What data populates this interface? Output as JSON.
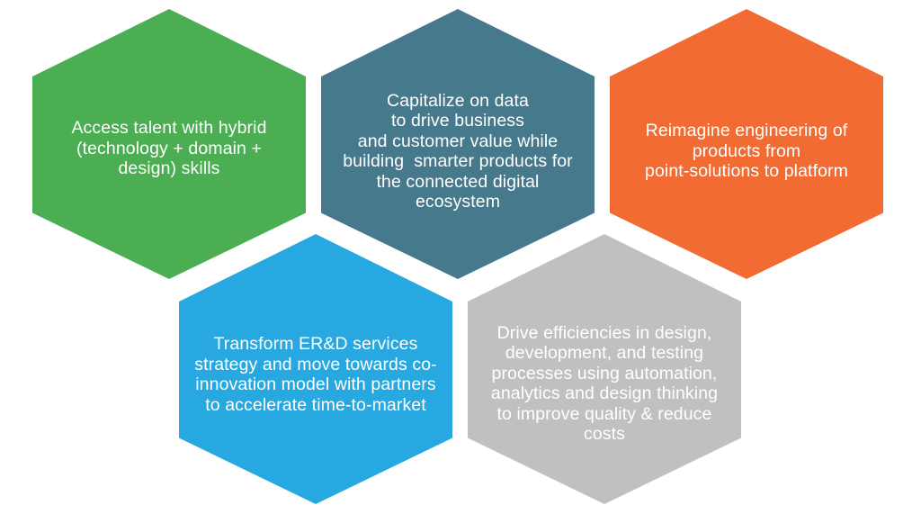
{
  "page": {
    "background_color": "#ffffff",
    "text_color": "#ffffff"
  },
  "diagram": {
    "type": "hexagon-infographic",
    "hexagons": [
      {
        "id": "access-talent",
        "color": "#4CAE52",
        "text": "Access talent with hybrid\n(technology + domain +\ndesign) skills"
      },
      {
        "id": "capitalize-data",
        "color": "#46798C",
        "text": "Capitalize on data\nto drive business\nand customer value while\nbuilding  smarter products for\nthe connected digital\necosystem"
      },
      {
        "id": "reimagine-engineering",
        "color": "#F16B33",
        "text": "Reimagine engineering of\nproducts from\npoint-solutions to platform"
      },
      {
        "id": "transform-erd-services",
        "color": "#28A8E0",
        "text": "Transform ER&D services\nstrategy and move towards co-\ninnovation model with partners\nto accelerate time-to-market"
      },
      {
        "id": "drive-efficiencies",
        "color": "#C0C0C0",
        "text": "Drive efficiencies in design,\ndevelopment, and testing\nprocesses using automation,\nanalytics and design thinking\nto improve quality & reduce\ncosts"
      }
    ]
  }
}
